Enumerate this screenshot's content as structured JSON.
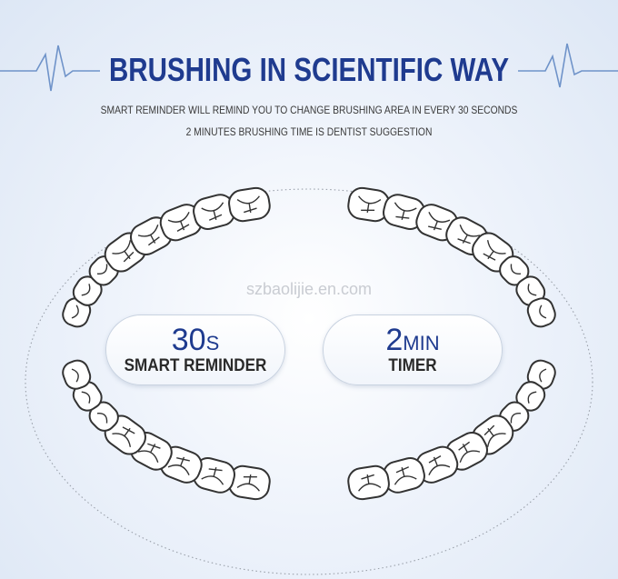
{
  "header": {
    "title": "BRUSHING IN SCIENTIFIC WAY",
    "line1": "SMART REMINDER WILL REMIND YOU TO CHANGE BRUSHING AREA IN EVERY  30 SECONDS",
    "line2": "2 MINUTES BRUSHING TIME IS DENTIST SUGGESTION"
  },
  "watermark": "szbaolijie.en.com",
  "features": {
    "reminder": {
      "value": "30",
      "unit": "S",
      "label": "SMART REMINDER"
    },
    "timer": {
      "value": "2",
      "unit": "MIN",
      "label": "TIMER"
    }
  },
  "colors": {
    "accent": "#1f3b8f",
    "pulse_line": "#6f93c9",
    "tooth_stroke": "#333333",
    "background": "#e8eef8"
  },
  "icons": [
    "heartbeat-line-icon",
    "tooth-icon",
    "dotted-ring-icon"
  ]
}
